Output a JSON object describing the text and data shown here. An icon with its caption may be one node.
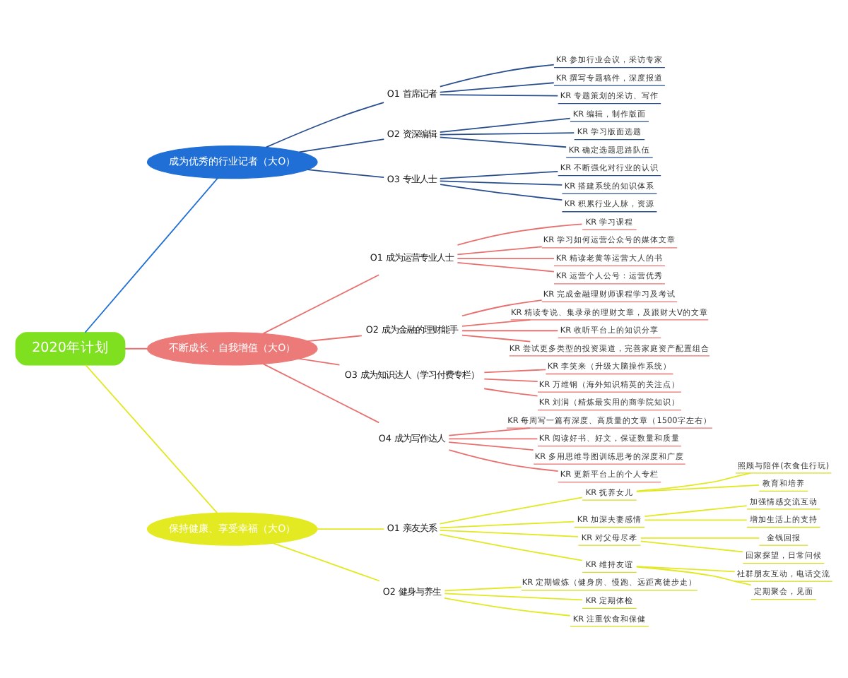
{
  "diagram": {
    "nodes": [
      {
        "text": [
          "2020年计划"
        ]
      },
      {
        "text": [
          "成为优秀的行业记者（大O）"
        ]
      },
      {
        "text": [
          "O1 首席记者"
        ]
      },
      {
        "text": [
          "KR 参加行业会议，采访专家"
        ]
      },
      {
        "text": [
          "KR 撰写专题稿件，深度报道"
        ]
      },
      {
        "text": [
          "KR 专题策划的采访、写作"
        ]
      },
      {
        "text": [
          "O2 资深编辑"
        ]
      },
      {
        "text": [
          "KR 编辑，制作版面"
        ]
      },
      {
        "text": [
          "KR 学习版面选题"
        ]
      },
      {
        "text": [
          "KR 确定选题思路队伍"
        ]
      },
      {
        "text": [
          "O3 专业人士"
        ]
      },
      {
        "text": [
          "KR 不断强化对行业的认识"
        ]
      },
      {
        "text": [
          "KR 搭建系统的知识体系"
        ]
      },
      {
        "text": [
          "KR 积累行业人脉，资源"
        ]
      },
      {
        "text": [
          "不断成长，自我增值（大O）"
        ]
      },
      {
        "text": [
          "O1 成为运营专业人士"
        ]
      },
      {
        "text": [
          "KR 学习课程"
        ]
      },
      {
        "text": [
          "KR 学习如何运营公众号的媒体文章"
        ]
      },
      {
        "text": [
          "KR 精读老黄等运营大人的书"
        ]
      },
      {
        "text": [
          "KR 运营个人公号：运营优秀"
        ]
      },
      {
        "text": [
          "O2 成为金融的理财能手"
        ]
      },
      {
        "text": [
          "KR 完成金融理财师课程学习及考试"
        ]
      },
      {
        "text": [
          "KR 精读专说、集录录的理财文章，及跟财大V的文章"
        ]
      },
      {
        "text": [
          "KR 收听平台上的知识分享"
        ]
      },
      {
        "text": [
          "KR 尝试更多类型的投资渠道，完善家庭资产配置组合"
        ]
      },
      {
        "text": [
          "O3 成为知识达人（学习付费专栏）"
        ]
      },
      {
        "text": [
          "KR 李笑来（升级大脑操作系统）"
        ]
      },
      {
        "text": [
          "KR 万维钢（海外知识精英的关注点）"
        ]
      },
      {
        "text": [
          "KR 刘润（精炼最实用的商学院知识）"
        ]
      },
      {
        "text": [
          "O4 成为写作达人"
        ]
      },
      {
        "text": [
          "KR 每周写一篇有深度、高质量的文章（1500字左右）"
        ]
      },
      {
        "text": [
          "KR 阅读好书、好文，保证数量和质量"
        ]
      },
      {
        "text": [
          "KR 多用思维导图训练思考的深度和广度"
        ]
      },
      {
        "text": [
          "KR 更新平台上的个人专栏"
        ]
      },
      {
        "text": [
          "保持健康、享受幸福（大O）"
        ]
      },
      {
        "text": [
          "O1 亲友关系"
        ]
      },
      {
        "text": [
          "KR 抚养女儿"
        ]
      },
      {
        "text": [
          "照顾与陪伴(衣食住行玩)"
        ]
      },
      {
        "text": [
          "教育和培养"
        ]
      },
      {
        "text": [
          "KR 加深夫妻感情"
        ]
      },
      {
        "text": [
          "加强情感交流互动"
        ]
      },
      {
        "text": [
          "增加生活上的支持"
        ]
      },
      {
        "text": [
          "KR 对父母尽孝"
        ]
      },
      {
        "text": [
          "金钱回报"
        ]
      },
      {
        "text": [
          "回家探望，日常问候"
        ]
      },
      {
        "text": [
          "KR 维持友谊"
        ]
      },
      {
        "text": [
          "社群朋友互动，电话交流"
        ]
      },
      {
        "text": [
          "定期聚会，见面"
        ]
      },
      {
        "text": [
          "O2 健身与养生"
        ]
      },
      {
        "text": [
          "KR 定期锻炼（健身房、慢跑、远距离徒步走）"
        ]
      },
      {
        "text": [
          "KR 定期体检"
        ]
      },
      {
        "text": [
          "KR 注重饮食和保健"
        ]
      }
    ],
    "edges": [
      {
        "from": 0,
        "to": 1,
        "arrow": "none",
        "color": "#1f6fd6"
      },
      {
        "from": 1,
        "to": 2,
        "arrow": "none",
        "color": "#2a4f8f"
      },
      {
        "from": 2,
        "to": 3,
        "arrow": "none",
        "color": "#2a4f8f"
      },
      {
        "from": 2,
        "to": 4,
        "arrow": "none",
        "color": "#2a4f8f"
      },
      {
        "from": 2,
        "to": 5,
        "arrow": "none",
        "color": "#2a4f8f"
      },
      {
        "from": 1,
        "to": 6,
        "arrow": "none",
        "color": "#2a4f8f"
      },
      {
        "from": 6,
        "to": 7,
        "arrow": "none",
        "color": "#2a4f8f"
      },
      {
        "from": 6,
        "to": 8,
        "arrow": "none",
        "color": "#2a4f8f"
      },
      {
        "from": 6,
        "to": 9,
        "arrow": "none",
        "color": "#2a4f8f"
      },
      {
        "from": 1,
        "to": 10,
        "arrow": "none",
        "color": "#2a4f8f"
      },
      {
        "from": 10,
        "to": 11,
        "arrow": "none",
        "color": "#2a4f8f"
      },
      {
        "from": 10,
        "to": 12,
        "arrow": "none",
        "color": "#2a4f8f"
      },
      {
        "from": 10,
        "to": 13,
        "arrow": "none",
        "color": "#2a4f8f"
      },
      {
        "from": 0,
        "to": 14,
        "arrow": "none"
      },
      {
        "from": 14,
        "to": 15,
        "arrow": "none"
      },
      {
        "from": 15,
        "to": 16,
        "arrow": "none"
      },
      {
        "from": 15,
        "to": 17,
        "arrow": "none"
      },
      {
        "from": 15,
        "to": 18,
        "arrow": "none"
      },
      {
        "from": 15,
        "to": 19,
        "arrow": "none"
      },
      {
        "from": 14,
        "to": 20,
        "arrow": "none"
      },
      {
        "from": 20,
        "to": 21,
        "arrow": "none"
      },
      {
        "from": 20,
        "to": 22,
        "arrow": "none"
      },
      {
        "from": 20,
        "to": 23,
        "arrow": "none"
      },
      {
        "from": 20,
        "to": 24,
        "arrow": "none"
      },
      {
        "from": 14,
        "to": 25,
        "arrow": "none"
      },
      {
        "from": 25,
        "to": 26,
        "arrow": "none"
      },
      {
        "from": 25,
        "to": 27,
        "arrow": "none"
      },
      {
        "from": 25,
        "to": 28,
        "arrow": "none"
      },
      {
        "from": 14,
        "to": 29,
        "arrow": "none"
      },
      {
        "from": 29,
        "to": 30,
        "arrow": "none"
      },
      {
        "from": 29,
        "to": 31,
        "arrow": "none"
      },
      {
        "from": 29,
        "to": 32,
        "arrow": "none"
      },
      {
        "from": 29,
        "to": 33,
        "arrow": "none"
      },
      {
        "from": 0,
        "to": 34,
        "arrow": "none",
        "color": "#e2e822"
      },
      {
        "from": 34,
        "to": 35,
        "arrow": "none",
        "color": "#e2e822"
      },
      {
        "from": 35,
        "to": 36,
        "arrow": "none",
        "color": "#e2e822"
      },
      {
        "from": 36,
        "to": 37,
        "arrow": "none",
        "color": "#e2e822"
      },
      {
        "from": 36,
        "to": 38,
        "arrow": "none",
        "color": "#e2e822"
      },
      {
        "from": 35,
        "to": 39,
        "arrow": "none",
        "color": "#e2e822"
      },
      {
        "from": 39,
        "to": 40,
        "arrow": "none",
        "color": "#e2e822"
      },
      {
        "from": 39,
        "to": 41,
        "arrow": "none",
        "color": "#e2e822"
      },
      {
        "from": 35,
        "to": 42,
        "arrow": "none",
        "color": "#e2e822"
      },
      {
        "from": 42,
        "to": 43,
        "arrow": "none",
        "color": "#e2e822"
      },
      {
        "from": 42,
        "to": 44,
        "arrow": "none",
        "color": "#e2e822"
      },
      {
        "from": 35,
        "to": 45,
        "arrow": "none",
        "color": "#e2e822"
      },
      {
        "from": 45,
        "to": 46,
        "arrow": "none",
        "color": "#e2e822"
      },
      {
        "from": 45,
        "to": 47,
        "arrow": "none",
        "color": "#e2e822"
      },
      {
        "from": 34,
        "to": 48,
        "arrow": "none",
        "color": "#e2e822"
      },
      {
        "from": 48,
        "to": 49,
        "arrow": "none",
        "color": "#e2e822"
      },
      {
        "from": 48,
        "to": 50,
        "arrow": "none",
        "color": "#e2e822"
      },
      {
        "from": 48,
        "to": 51,
        "arrow": "none",
        "color": "#e2e822"
      }
    ]
  }
}
